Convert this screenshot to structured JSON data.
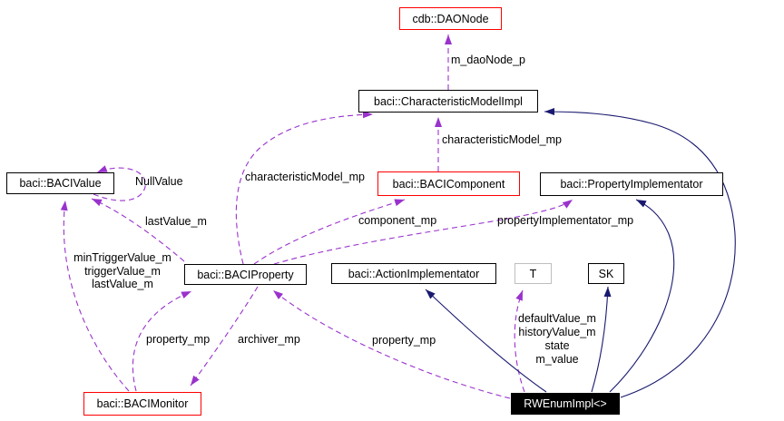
{
  "colors": {
    "background": "#ffffff",
    "usage_edge": "#9a32cd",
    "inheritance_edge": "#191970",
    "node_border": "#000000",
    "undocumented_border": "#ff0000",
    "template_border": "#bebebe",
    "focus_node_bg": "#000000",
    "focus_node_text": "#ffffff",
    "label_text": "#000000"
  },
  "nodes": {
    "daonode": {
      "label": "cdb::DAONode"
    },
    "charmodel": {
      "label": "baci::CharacteristicModelImpl"
    },
    "bacivalue": {
      "label": "baci::BACIValue"
    },
    "bacicomponent": {
      "label": "baci::BACIComponent"
    },
    "propertyimplementator": {
      "label": "baci::PropertyImplementator"
    },
    "baciproperty": {
      "label": "baci::BACIProperty"
    },
    "actionimplementator": {
      "label": "baci::ActionImplementator"
    },
    "template_t": {
      "label": "T"
    },
    "template_sk": {
      "label": "SK"
    },
    "bacimonitor": {
      "label": "baci::BACIMonitor"
    },
    "rwenumimpl": {
      "label": "RWEnumImpl<>"
    }
  },
  "edge_labels": {
    "m_daonode_p": "m_daoNode_p",
    "characteristicmodel_mp_component": "characteristicModel_mp",
    "characteristicmodel_mp_property": "characteristicModel_mp",
    "nullvalue": "NullValue",
    "lastvalue_m": "lastValue_m",
    "monitor_values": {
      "lines": [
        "minTriggerValue_m",
        "triggerValue_m",
        "lastValue_m"
      ]
    },
    "component_mp": "component_mp",
    "propertyimplementator_mp": "propertyImplementator_mp",
    "property_mp_monitor": "property_mp",
    "archiver_mp": "archiver_mp",
    "property_mp_rwenum": "property_mp",
    "rwenum_values": {
      "lines": [
        "defaultValue_m",
        "historyValue_m",
        "state",
        "m_value"
      ]
    }
  }
}
